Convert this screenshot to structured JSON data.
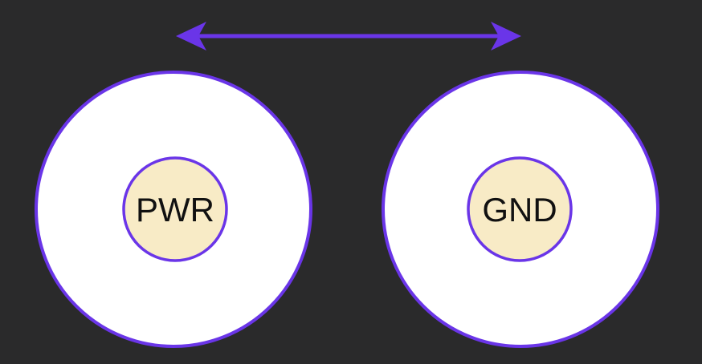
{
  "colors": {
    "background": "#2a2a2b",
    "accent": "#6a35e8",
    "outer_fill": "#ffffff",
    "inner_fill": "#f8ebc6"
  },
  "arrow": {
    "type": "double-headed",
    "icon": "double-arrow-icon"
  },
  "nodes": [
    {
      "label": "PWR"
    },
    {
      "label": "GND"
    }
  ]
}
